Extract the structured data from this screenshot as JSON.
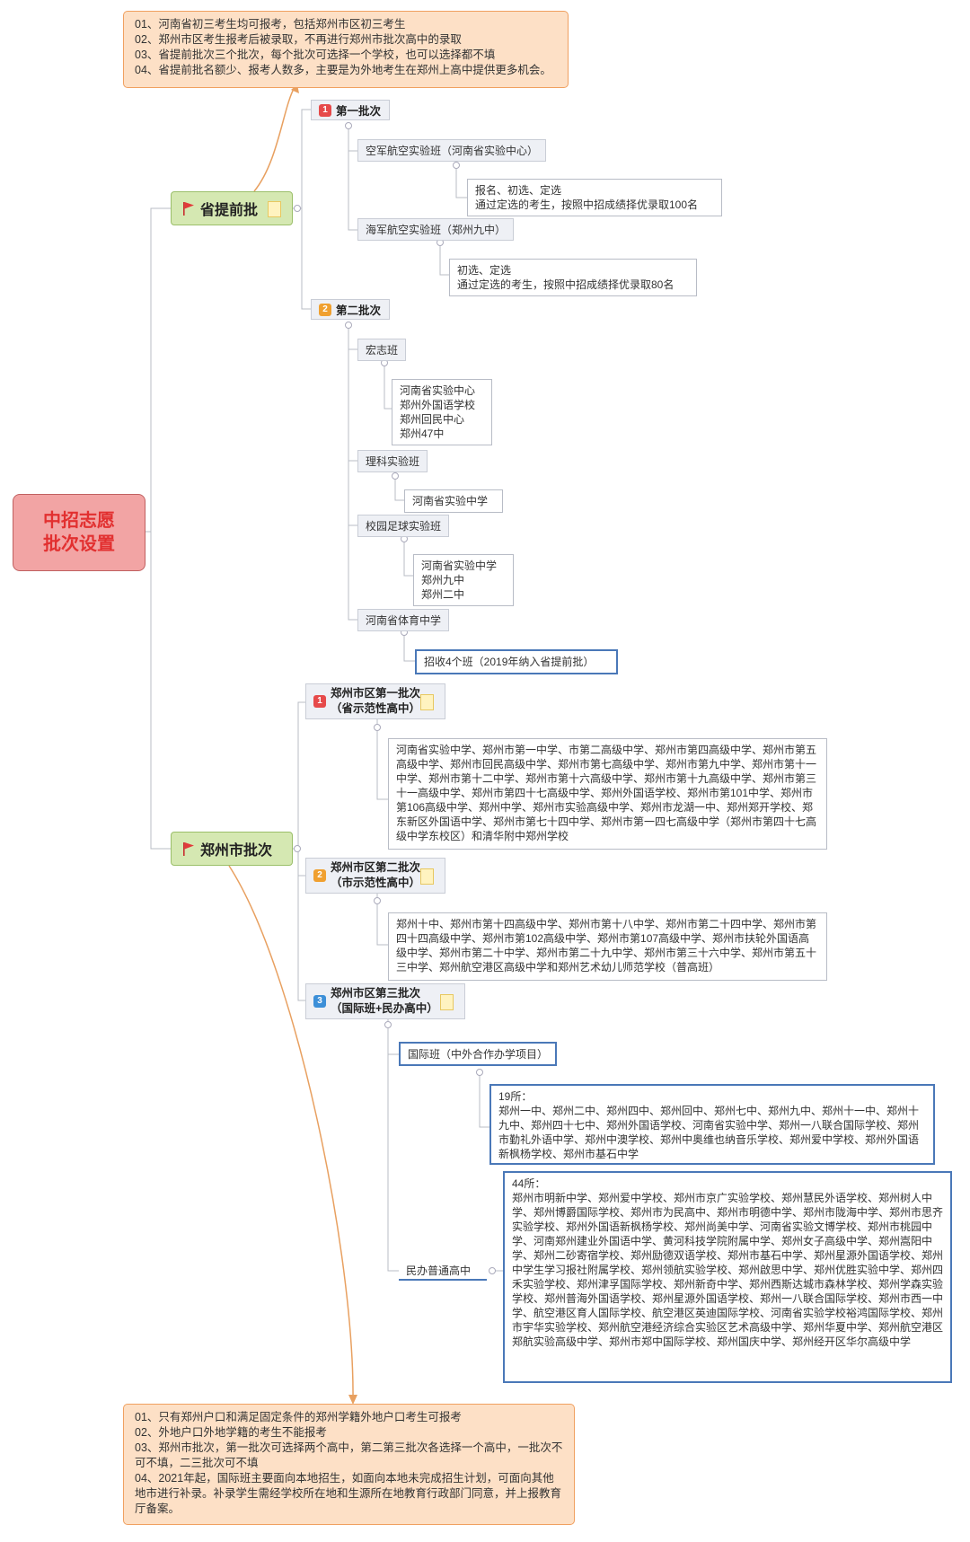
{
  "root": {
    "title_line1": "中招志愿",
    "title_line2": "批次设置"
  },
  "top_note": [
    "01、河南省初三考生均可报考，包括郑州市区初三考生",
    "02、郑州市区考生报考后被录取，不再进行郑州市批次高中的录取",
    "03、省提前批次三个批次，每个批次可选择一个学校，也可以选择都不填",
    "04、省提前批名额少、报考人数多，主要是为外地考生在郑州上高中提供更多机会。"
  ],
  "provincial": {
    "label": "省提前批",
    "batch1": {
      "number": "1",
      "label": "第一批次",
      "class_a": "空军航空实验班（河南省实验中心）",
      "class_a_detail": "报名、初选、定选\n通过定选的考生，按照中招成绩择优录取100名",
      "class_b": "海军航空实验班（郑州九中）",
      "class_b_detail": "初选、定选\n通过定选的考生，按照中招成绩择优录取80名"
    },
    "batch2": {
      "number": "2",
      "label": "第二批次",
      "hongzhi": "宏志班",
      "hongzhi_schools": "河南省实验中心\n郑州外国语学校\n郑州回民中心\n郑州47中",
      "science": "理科实验班",
      "science_schools": "河南省实验中学",
      "football": "校园足球实验班",
      "football_schools": "河南省实验中学\n郑州九中\n郑州二中",
      "sports": "河南省体育中学",
      "sports_detail": "招收4个班（2019年纳入省提前批）"
    }
  },
  "zhengzhou": {
    "label": "郑州市批次",
    "batch1": {
      "number": "1",
      "label": "郑州市区第一批次\n（省示范性高中）",
      "schools": "河南省实验中学、郑州市第一中学、市第二高级中学、郑州市第四高级中学、郑州市第五高级中学、郑州市回民高级中学、郑州市第七高级中学、郑州市第九中学、郑州市第十一中学、郑州市第十二中学、郑州市第十六高级中学、郑州市第十九高级中学、郑州市第三十一高级中学、郑州市第四十七高级中学、郑州外国语学校、郑州市第101中学、郑州市第106高级中学、郑州中学、郑州市实验高级中学、郑州市龙湖一中、郑州郑开学校、郑东新区外国语中学、郑州市第七十四中学、郑州市第一四七高级中学（郑州市第四十七高级中学东校区）和清华附中郑州学校"
    },
    "batch2": {
      "number": "2",
      "label": "郑州市区第二批次\n（市示范性高中）",
      "schools": "郑州十中、郑州市第十四高级中学、郑州市第十八中学、郑州市第二十四中学、郑州市第四十四高级中学、郑州市第102高级中学、郑州市第107高级中学、郑州市扶轮外国语高级中学、郑州市第二十中学、郑州市第二十九中学、郑州市第三十六中学、郑州市第五十三中学、郑州航空港区高级中学和郑州艺术幼儿师范学校（普高班）"
    },
    "batch3": {
      "number": "3",
      "label": "郑州市区第三批次\n（国际班+民办高中）",
      "intl": "国际班（中外合作办学项目）",
      "intl_count": "19所：",
      "intl_schools": "郑州一中、郑州二中、郑州四中、郑州回中、郑州七中、郑州九中、郑州十一中、郑州十九中、郑州四十七中、郑州外国语学校、河南省实验中学、郑州一八联合国际学校、郑州市勤礼外语中学、郑州中澳学校、郑州中奥维也纳音乐学校、郑州爱中学校、郑州外国语新枫杨学校、郑州市基石中学",
      "private": "民办普通高中",
      "private_count": "44所：",
      "private_schools": "郑州市明新中学、郑州爱中学校、郑州市京广实验学校、郑州慧民外语学校、郑州树人中学、郑州博爵国际学校、郑州市为民高中、郑州市明德中学、郑州市陇海中学、郑州市思齐实验学校、郑州外国语新枫杨学校、郑州尚美中学、河南省实验文博学校、郑州市桃园中学、河南郑州建业外国语中学、黄河科技学院附属中学、郑州女子高级中学、郑州嵩阳中学、郑州二砂寄宿学校、郑州励德双语学校、郑州市基石中学、郑州星源外国语学校、郑州中学生学习报社附属学校、郑州领航实验学校、郑州啟思中学、郑州优胜实验中学、郑州四禾实验学校、郑州津孚国际学校、郑州新奇中学、郑州西斯达城市森林学校、郑州学森实验学校、郑州普海外国语学校、郑州星源外国语学校、郑州一八联合国际学校、郑州市西一中学、航空港区育人国际学校、航空港区英迪国际学校、河南省实验学校裕鸿国际学校、郑州市宇华实验学校、郑州航空港经济综合实验区艺术高级中学、郑州华夏中学、郑州航空港区郑航实验高级中学、郑州市郑中国际学校、郑州国庆中学、郑州经开区华尔高级中学"
    }
  },
  "bottom_note": [
    "01、只有郑州户口和满足固定条件的郑州学籍外地户口考生可报考",
    "02、外地户口外地学籍的考生不能报考",
    "03、郑州市批次，第一批次可选择两个高中，第二第三批次各选择一个高中，一批次不可不填，二三批次可不填",
    "04、2021年起，国际班主要面向本地招生，如面向本地未完成招生计划，可面向其他地市进行补录。补录学生需经学校所在地和生源所在地教育行政部门同意，并上报教育厅备案。"
  ],
  "colors": {
    "root_fill": "#f2a4a4",
    "root_text": "#e23030",
    "note_fill": "#fde0c6",
    "level1_fill": "#d5e8b2",
    "highlight_border": "#4a78b8",
    "connector_orange": "#e8a060"
  },
  "icons": [
    "flag-icon",
    "document-icon",
    "collapse-icon"
  ]
}
